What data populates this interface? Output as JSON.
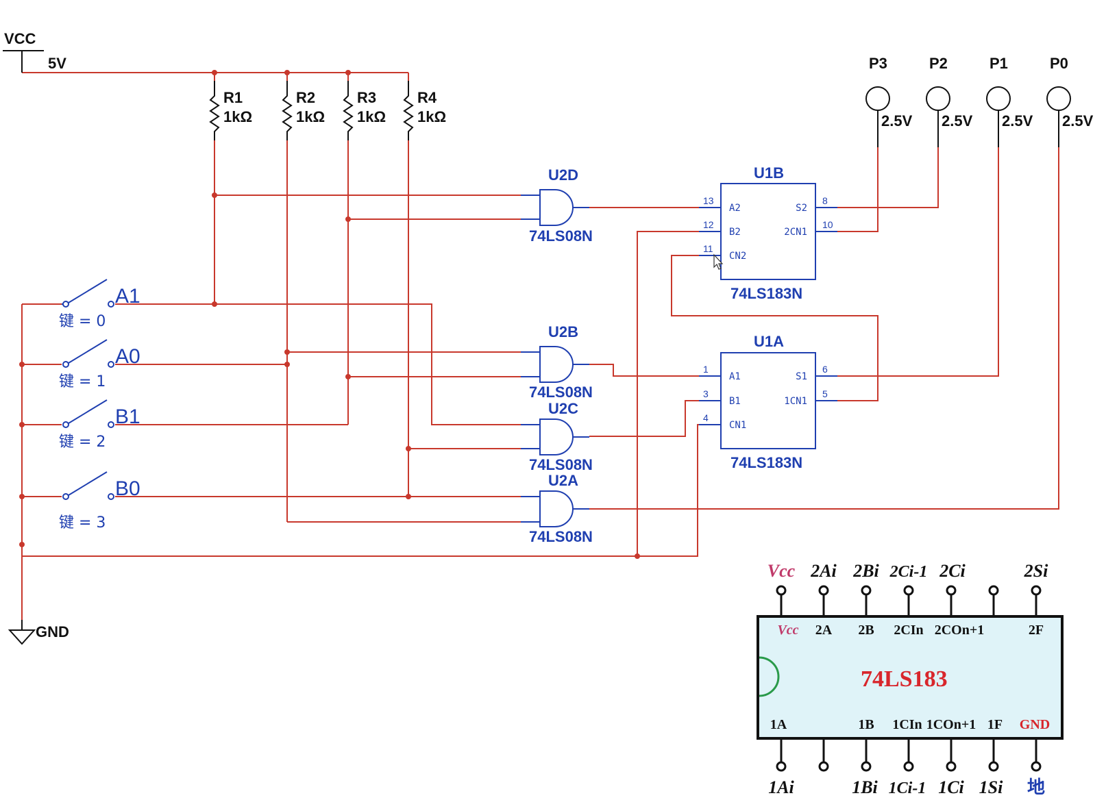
{
  "power": {
    "vcc_label": "VCC",
    "vcc_value": "5V",
    "gnd_label": "GND"
  },
  "resistors": [
    {
      "name": "R1",
      "value": "1kΩ"
    },
    {
      "name": "R2",
      "value": "1kΩ"
    },
    {
      "name": "R3",
      "value": "1kΩ"
    },
    {
      "name": "R4",
      "value": "1kΩ"
    }
  ],
  "switches": [
    {
      "name": "A1",
      "key": "键 = 0"
    },
    {
      "name": "A0",
      "key": "键 = 1"
    },
    {
      "name": "B1",
      "key": "键 = 2"
    },
    {
      "name": "B0",
      "key": "键 = 3"
    }
  ],
  "gates": [
    {
      "ref": "U2D",
      "part": "74LS08N"
    },
    {
      "ref": "U2B",
      "part": "74LS08N"
    },
    {
      "ref": "U2C",
      "part": "74LS08N"
    },
    {
      "ref": "U2A",
      "part": "74LS08N"
    }
  ],
  "adders": [
    {
      "ref": "U1B",
      "part": "74LS183N",
      "pins_left": [
        {
          "num": "13",
          "name": "A2"
        },
        {
          "num": "12",
          "name": "B2"
        },
        {
          "num": "11",
          "name": "CN2"
        }
      ],
      "pins_right": [
        {
          "num": "8",
          "name": "S2"
        },
        {
          "num": "10",
          "name": "2CN1"
        }
      ]
    },
    {
      "ref": "U1A",
      "part": "74LS183N",
      "pins_left": [
        {
          "num": "1",
          "name": "A1"
        },
        {
          "num": "3",
          "name": "B1"
        },
        {
          "num": "4",
          "name": "CN1"
        }
      ],
      "pins_right": [
        {
          "num": "6",
          "name": "S1"
        },
        {
          "num": "5",
          "name": "1CN1"
        }
      ]
    }
  ],
  "probes": [
    {
      "name": "P3",
      "voltage": "2.5V"
    },
    {
      "name": "P2",
      "voltage": "2.5V"
    },
    {
      "name": "P1",
      "voltage": "2.5V"
    },
    {
      "name": "P0",
      "voltage": "2.5V"
    }
  ],
  "chip_diagram": {
    "title": "74LS183",
    "colors": {
      "body": "#dff3f8",
      "title": "#d8262c",
      "vcc": "#c03a6a",
      "gnd": "#d8262c",
      "ground_cn": "#1f3fb0",
      "notch": "#2a9a4a"
    },
    "top_outer": [
      "Vcc",
      "2Ai",
      "2Bi",
      "2Ci-1",
      "2Ci",
      "",
      "2Si"
    ],
    "top_inner": [
      "Vcc",
      "2A",
      "2B",
      "2CIn",
      "2COn+1",
      "",
      "2F"
    ],
    "bottom_inner": [
      "1A",
      "",
      "1B",
      "1CIn",
      "1COn+1",
      "1F",
      "GND"
    ],
    "bottom_outer": [
      "1Ai",
      "",
      "1Bi",
      "1Ci-1",
      "1Ci",
      "1Si",
      "地"
    ]
  }
}
